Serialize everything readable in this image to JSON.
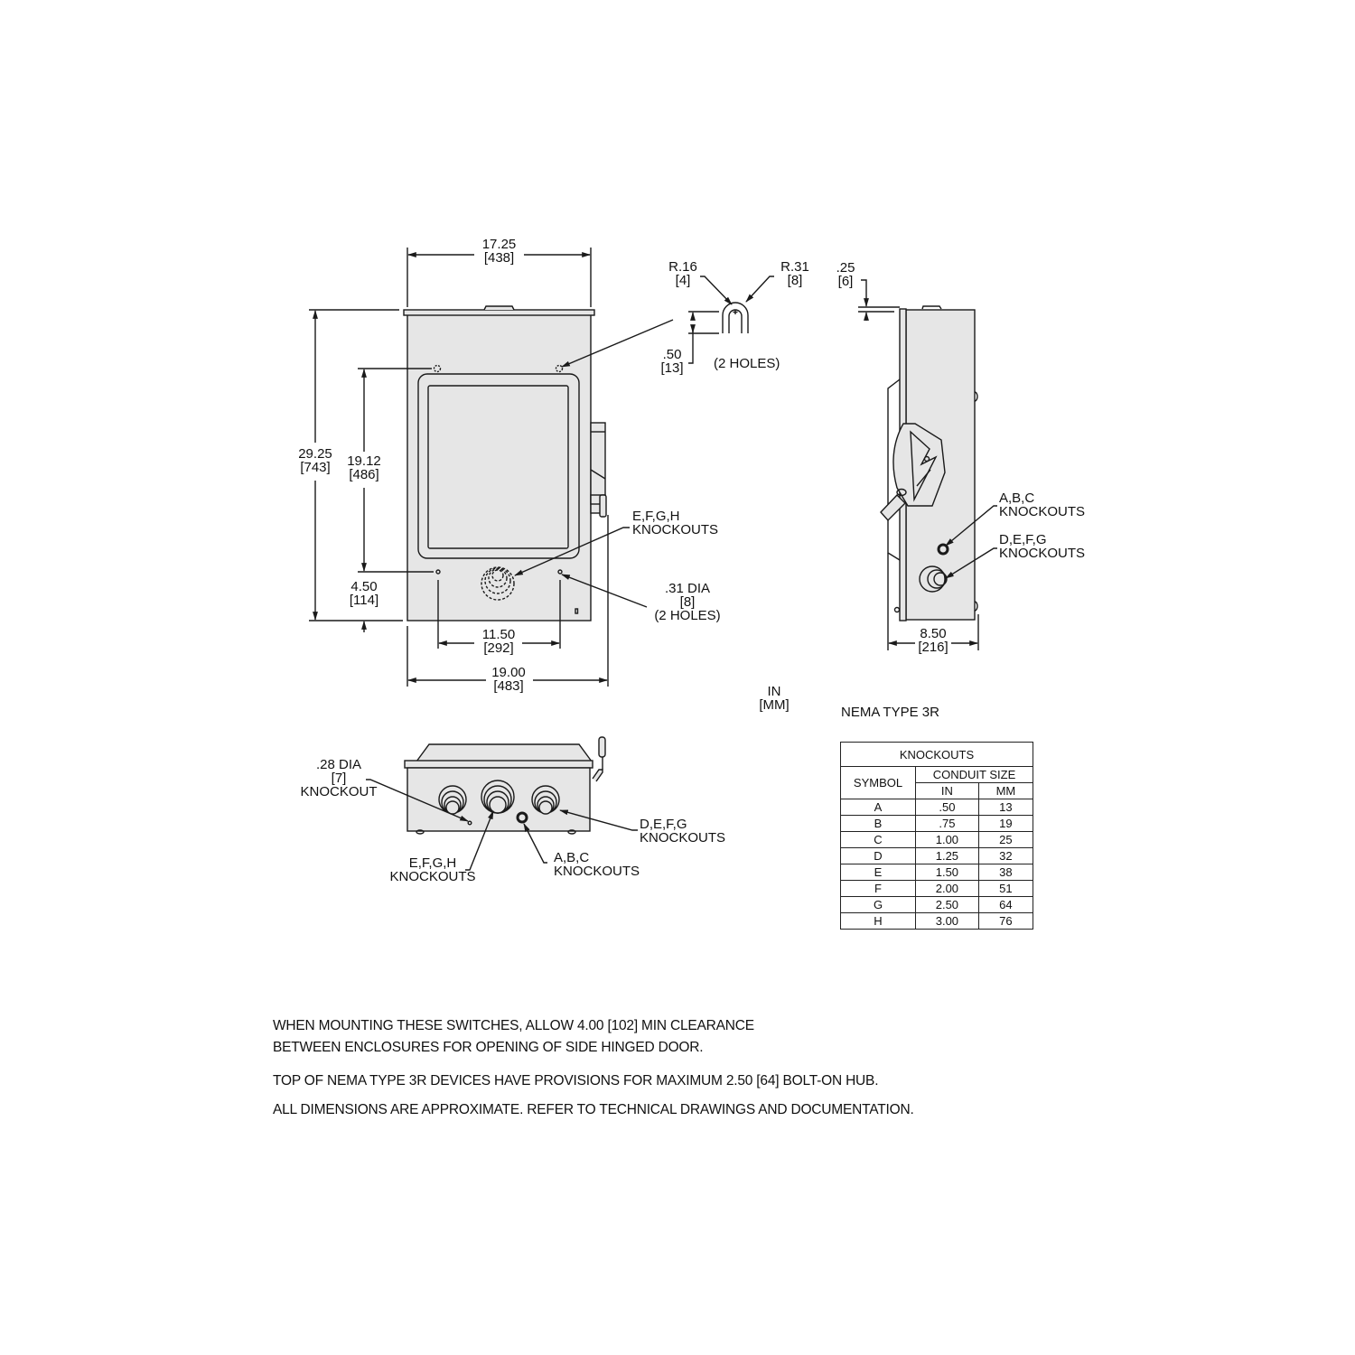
{
  "front_view": {
    "width_top": {
      "in": "17.25",
      "mm": "[438]"
    },
    "height_total": {
      "in": "29.25",
      "mm": "[743]"
    },
    "height_mount": {
      "in": "19.12",
      "mm": "[486]"
    },
    "bottom_offset": {
      "in": "4.50",
      "mm": "[114]"
    },
    "hole_spacing": {
      "in": "11.50",
      "mm": "[292]"
    },
    "width_total": {
      "in": "19.00",
      "mm": "[483]"
    },
    "knockouts_label": {
      "line1": "E,F,G,H",
      "line2": "KNOCKOUTS"
    },
    "hole_label": {
      "line1": ".31 DIA",
      "line2": "[8]",
      "line3": "(2 HOLES)"
    }
  },
  "keyhole_detail": {
    "r_small": {
      "in": "R.16",
      "mm": "[4]"
    },
    "r_large": {
      "in": "R.31",
      "mm": "[8]"
    },
    "height": {
      "in": ".50",
      "mm": "[13]"
    },
    "holes": "(2 HOLES)"
  },
  "side_view": {
    "lip": {
      "in": ".25",
      "mm": "[6]"
    },
    "depth": {
      "in": "8.50",
      "mm": "[216]"
    },
    "knockouts_abc": {
      "line1": "A,B,C",
      "line2": "KNOCKOUTS"
    },
    "knockouts_defg": {
      "line1": "D,E,F,G",
      "line2": "KNOCKOUTS"
    }
  },
  "units": {
    "line1": "IN",
    "line2": "[MM]"
  },
  "enclosure_type": "NEMA TYPE 3R",
  "bottom_view": {
    "small_knockout": {
      "line1": ".28 DIA",
      "line2": "[7]",
      "line3": "KNOCKOUT"
    },
    "knockouts_efgh": {
      "line1": "E,F,G,H",
      "line2": "KNOCKOUTS"
    },
    "knockouts_abc": {
      "line1": "A,B,C",
      "line2": "KNOCKOUTS"
    },
    "knockouts_defg": {
      "line1": "D,E,F,G",
      "line2": "KNOCKOUTS"
    }
  },
  "knockout_table": {
    "title": "KNOCKOUTS",
    "col_symbol": "SYMBOL",
    "col_conduit": "CONDUIT SIZE",
    "col_in": "IN",
    "col_mm": "MM",
    "rows": [
      {
        "symbol": "A",
        "in": ".50",
        "mm": "13"
      },
      {
        "symbol": "B",
        "in": ".75",
        "mm": "19"
      },
      {
        "symbol": "C",
        "in": "1.00",
        "mm": "25"
      },
      {
        "symbol": "D",
        "in": "1.25",
        "mm": "32"
      },
      {
        "symbol": "E",
        "in": "1.50",
        "mm": "38"
      },
      {
        "symbol": "F",
        "in": "2.00",
        "mm": "51"
      },
      {
        "symbol": "G",
        "in": "2.50",
        "mm": "64"
      },
      {
        "symbol": "H",
        "in": "3.00",
        "mm": "76"
      }
    ]
  },
  "notes": [
    "WHEN MOUNTING THESE SWITCHES, ALLOW 4.00 [102] MIN CLEARANCE",
    "BETWEEN ENCLOSURES FOR OPENING OF SIDE HINGED DOOR.",
    "TOP OF NEMA TYPE 3R DEVICES HAVE PROVISIONS FOR MAXIMUM 2.50 [64] BOLT-ON HUB.",
    "ALL DIMENSIONS ARE APPROXIMATE. REFER TO TECHNICAL DRAWINGS AND DOCUMENTATION."
  ],
  "colors": {
    "body_fill": "#e6e6e6",
    "line": "#1a1a1a"
  }
}
